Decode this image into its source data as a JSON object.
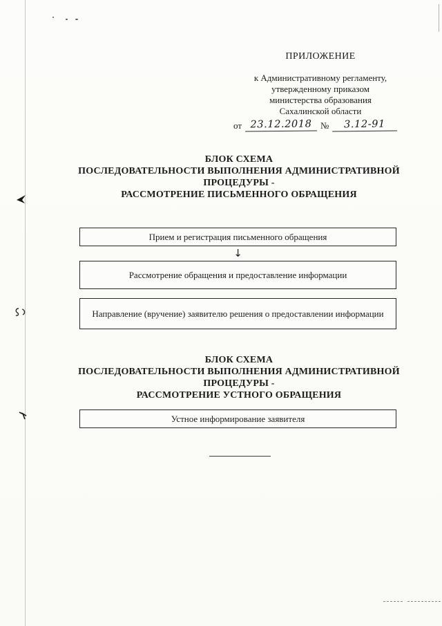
{
  "appendix": {
    "title": "ПРИЛОЖЕНИЕ",
    "lines": [
      "к Административному регламенту,",
      "утвержденному приказом",
      "министерства образования",
      "Сахалинской области"
    ],
    "from_label": "от",
    "date_value": "23.12.2018",
    "number_label": "№",
    "number_value": "3.12-91"
  },
  "sections": [
    {
      "heading_lines": [
        "БЛОК СХЕМА",
        "ПОСЛЕДОВАТЕЛЬНОСТИ ВЫПОЛНЕНИЯ АДМИНИСТРАТИВНОЙ",
        "ПРОЦЕДУРЫ -",
        "РАССМОТРЕНИЕ ПИСЬМЕННОГО ОБРАЩЕНИЯ"
      ],
      "boxes": [
        "Прием и регистрация письменного обращения",
        "Рассмотрение обращения и предоставление информации",
        "Направление (вручение) заявителю решения о предоставлении информации"
      ]
    },
    {
      "heading_lines": [
        "БЛОК СХЕМА",
        "ПОСЛЕДОВАТЕЛЬНОСТИ ВЫПОЛНЕНИЯ АДМИНИСТРАТИВНОЙ",
        "ПРОЦЕДУРЫ -",
        "РАССМОТРЕНИЕ УСТНОГО ОБРАЩЕНИЯ"
      ],
      "boxes": [
        "Устное информирование заявителя"
      ]
    }
  ],
  "icons": {
    "arrow_down": "↓"
  },
  "colors": {
    "ink": "#1c1c1c",
    "page": "#fbfbf8",
    "box_border": "#262626"
  }
}
